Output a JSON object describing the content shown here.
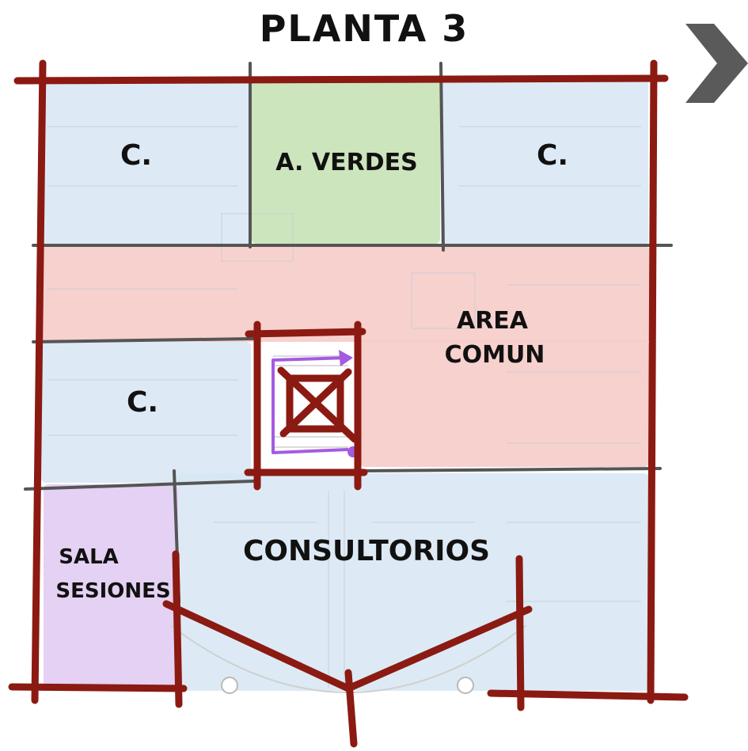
{
  "title": "PLANTA 3",
  "colors": {
    "wall": "#8b1a12",
    "divider": "#555555",
    "zone_blue": "#d7e6f3",
    "zone_green": "#c4e0b2",
    "zone_red": "#f6c9c6",
    "zone_purple": "#dfc9f1",
    "arrow": "#a45be0",
    "nav_arrow": "#5a5a5a"
  },
  "zones": [
    {
      "id": "c-top-left",
      "label": "C.",
      "color": "zone_blue"
    },
    {
      "id": "areas-verdes",
      "label": "A. VERDES",
      "color": "zone_green"
    },
    {
      "id": "c-top-right",
      "label": "C.",
      "color": "zone_blue"
    },
    {
      "id": "area-comun",
      "label_lines": [
        "AREA",
        "COMUN"
      ],
      "color": "zone_red"
    },
    {
      "id": "c-middle-left",
      "label": "C.",
      "color": "zone_blue"
    },
    {
      "id": "consultorios",
      "label": "CONSULTORIOS",
      "color": "zone_blue"
    },
    {
      "id": "sala-sesiones",
      "label_lines": [
        "SALA",
        "SESIONES"
      ],
      "color": "zone_purple"
    }
  ],
  "nav": {
    "next_icon": "chevron-right-icon"
  }
}
